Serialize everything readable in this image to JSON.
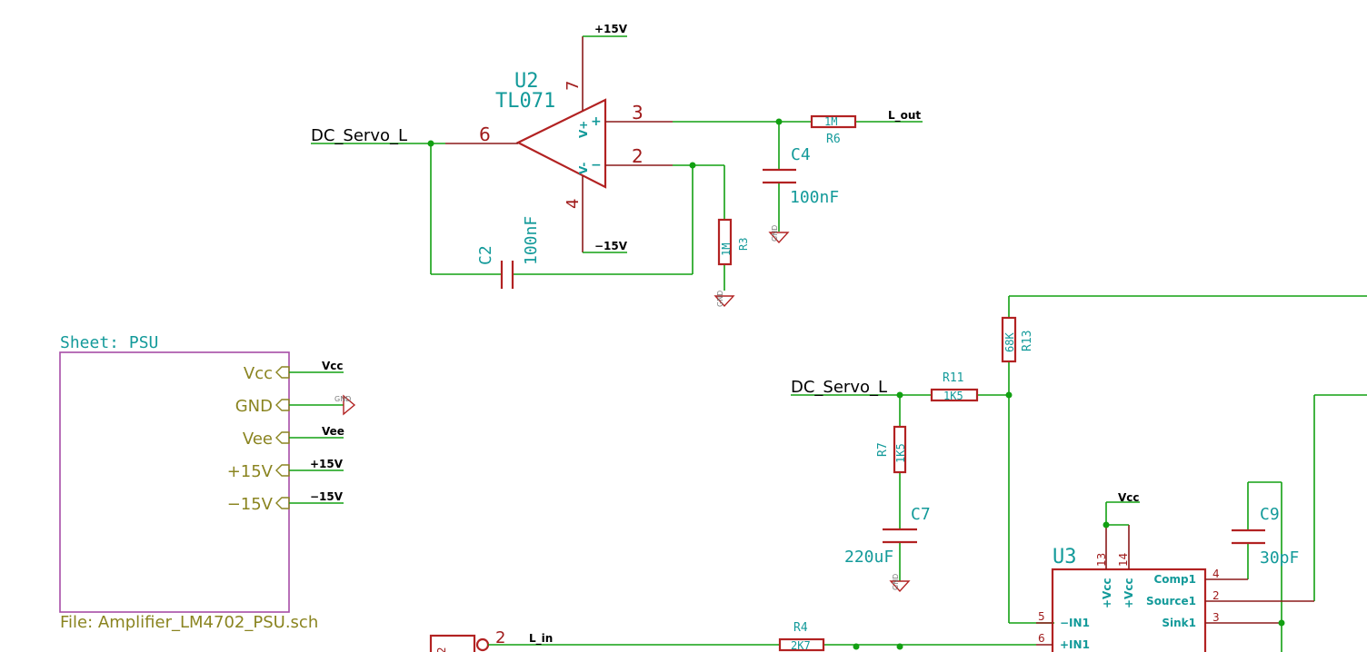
{
  "u2": {
    "ref": "U2",
    "value": "TL071",
    "pin7": "7",
    "pin4": "4",
    "pin6": "6",
    "pin3": "3",
    "pin2": "2",
    "vplus": "V+",
    "vminus": "V-",
    "plus": "+",
    "minus": "−"
  },
  "u3": {
    "ref": "U3",
    "pins": {
      "p13": "13",
      "p14": "14",
      "vcc1": "+Vcc",
      "vcc2": "+Vcc",
      "comp1": "Comp1",
      "source1": "Source1",
      "sink1": "Sink1",
      "in_minus": "−IN1",
      "in_plus": "+IN1",
      "n4": "4",
      "n2": "2",
      "n3": "3",
      "n5": "5",
      "n6": "6"
    }
  },
  "components": {
    "c2": {
      "ref": "C2",
      "value": "100nF"
    },
    "c4": {
      "ref": "C4",
      "value": "100nF"
    },
    "c7": {
      "ref": "C7",
      "value": "220uF"
    },
    "c9": {
      "ref": "C9",
      "value": "30pF"
    },
    "r3": {
      "ref": "R3",
      "value": "1M"
    },
    "r6": {
      "ref": "R6",
      "value": "1M"
    },
    "r7": {
      "ref": "R7",
      "value": "1K5"
    },
    "r11": {
      "ref": "R11",
      "value": "1K5"
    },
    "r13": {
      "ref": "R13",
      "value": "68K"
    },
    "r4": {
      "ref": "R4",
      "value": "2K7"
    }
  },
  "nets": {
    "p15_top": "+15V",
    "m15_top": "−15V",
    "l_out": "L_out",
    "l_in": "L_in",
    "vcc_u3": "Vcc",
    "dc_servo_1": "DC_Servo_L",
    "dc_servo_2": "DC_Servo_L",
    "gnd": "GND"
  },
  "connector": {
    "pin_num": "2",
    "pin_label": "2"
  },
  "sheet": {
    "name_label": "Sheet: PSU",
    "file_label": "File: Amplifier_LM4702_PSU.sch",
    "pins": [
      "Vcc",
      "GND",
      "Vee",
      "+15V",
      "−15V"
    ],
    "nets": [
      "Vcc",
      "",
      "Vee",
      "+15V",
      "−15V"
    ]
  }
}
